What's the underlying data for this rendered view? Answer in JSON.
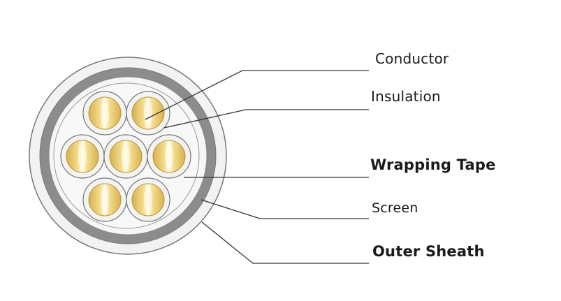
{
  "labels": {
    "conductor": "Conductor",
    "insulation": "Insulation",
    "wrapping_tape": "Wrapping Tape",
    "screen": "Screen",
    "outer_sheath": "Outer Sheath"
  },
  "colors": {
    "outer_sheath": "#f2f2f2",
    "screen": "#8c8c8c",
    "wrapping_tape": "#f6f6f6",
    "insulation": "#f3f3f1",
    "conductor_light": "#fffbe6",
    "conductor_mid": "#f2d781",
    "conductor_dark": "#c8a040",
    "outline": "#777777",
    "leader_line": "#333333"
  },
  "conductor_count": 7
}
